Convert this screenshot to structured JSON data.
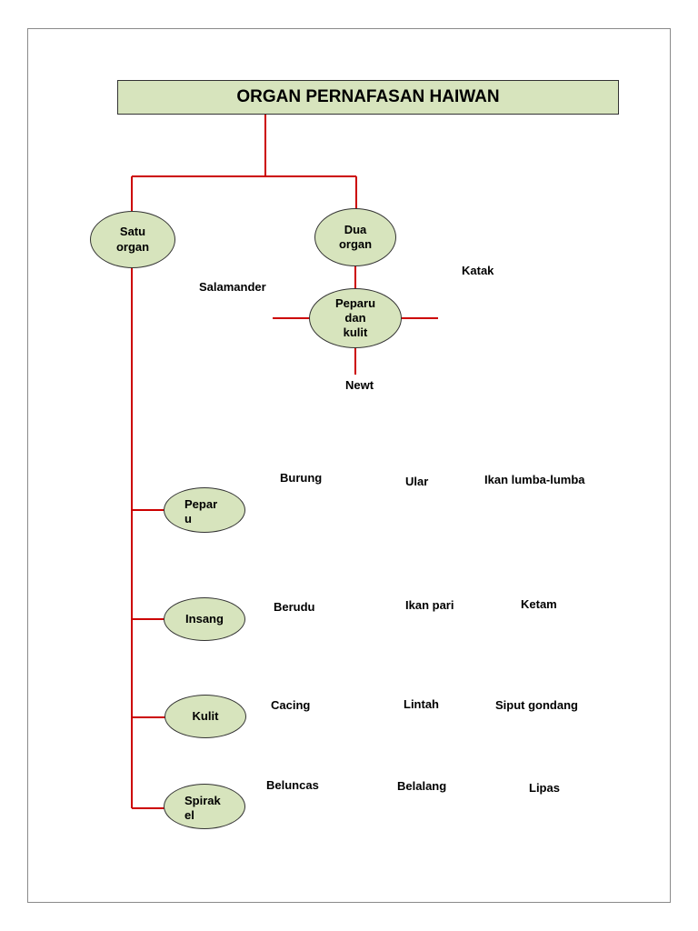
{
  "title": "ORGAN PERNAFASAN HAIWAN",
  "colors": {
    "node_fill": "#d7e4bd",
    "connector": "#cc0000",
    "border": "#333333"
  },
  "nodes": {
    "satu_organ": "Satu\norgan",
    "dua_organ": "Dua\norgan",
    "peparu_dan_kulit": "Peparu\ndan\nkulit",
    "peparu": "Pepar\nu",
    "insang": "Insang",
    "kulit": "Kulit",
    "spirakel": "Spirak\nel"
  },
  "examples": {
    "dua_organ": [
      "Salamander",
      "Katak",
      "Newt"
    ],
    "peparu": [
      "Burung",
      "Ular",
      "Ikan lumba-lumba"
    ],
    "insang": [
      "Berudu",
      "Ikan pari",
      "Ketam"
    ],
    "kulit": [
      "Cacing",
      "Lintah",
      "Siput gondang"
    ],
    "spirakel": [
      "Beluncas",
      "Belalang",
      "Lipas"
    ]
  }
}
